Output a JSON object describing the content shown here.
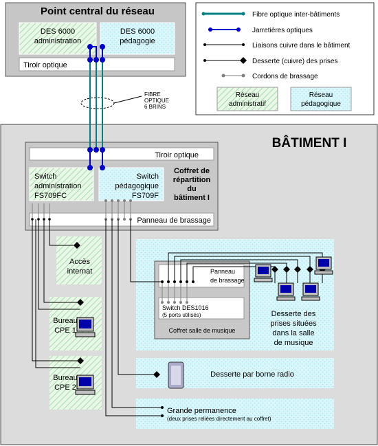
{
  "central_node": {
    "title": "Point central du réseau",
    "des_admin": [
      "DES 6000",
      "administration"
    ],
    "des_peda": [
      "DES 6000",
      "pédagogie"
    ],
    "tiroir": "Tiroir optique"
  },
  "fibre_note": [
    "FIBRE",
    "OPTIQUE",
    "6 BRINS"
  ],
  "legend": {
    "items": [
      {
        "label": "Fibre optique inter-bâtiments",
        "color": "#008080"
      },
      {
        "label": "Jarretières optiques",
        "color": "#0000cc"
      },
      {
        "label": "Liaisons cuivre dans le bâtiment",
        "color": "#000000"
      },
      {
        "label": "Desserte (cuivre) des prises",
        "color": "#000000"
      },
      {
        "label": "Cordons de brassage",
        "color": "#808080"
      }
    ],
    "admin_box": [
      "Réseau",
      "administratif"
    ],
    "peda_box": [
      "Réseau",
      "pédagogique"
    ]
  },
  "building": {
    "title": "BÂTIMENT I",
    "tiroir": "Tiroir optique",
    "switch_admin": [
      "Switch",
      "administration",
      "FS709FC"
    ],
    "switch_peda": [
      "Switch",
      "pédagogique",
      "FS709F"
    ],
    "coffret_label": [
      "Coffret de",
      "répartition",
      "du",
      "bâtiment I"
    ],
    "panneau": "Panneau de brassage"
  },
  "rooms": {
    "acces_internat": [
      "Accès",
      "internat"
    ],
    "bureau_cpe1": [
      "Bureau",
      "CPE 1"
    ],
    "bureau_cpe2": [
      "Bureau",
      "CPE 2"
    ],
    "musique": {
      "panneau": [
        "Panneau",
        "de brassage"
      ],
      "switch": [
        "Switch DES1016",
        "(5 ports utilisés)"
      ],
      "coffret": "Coffret salle de musique",
      "desserte": [
        "Desserte des",
        "prises situées",
        "dans la salle",
        "de musique"
      ]
    },
    "borne_radio": "Desserte par borne radio",
    "grande_permanence": [
      "Grande permanence",
      "(deux prises reliées directement au coffret)"
    ]
  },
  "colors": {
    "fibre": "#008080",
    "jarretiere": "#0000cc",
    "cordon": "#808080",
    "admin_fill": "#d9f2d9",
    "peda_fill": "#d4f4f8",
    "box_grey": "#c8c8c8",
    "bg_grey": "#dcdcdc"
  }
}
